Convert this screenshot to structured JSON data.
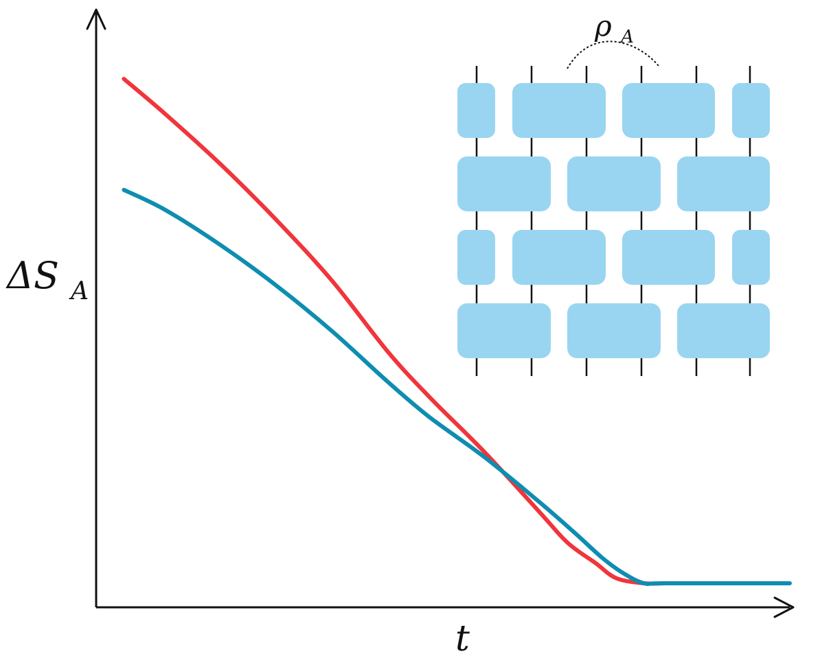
{
  "chart_data": {
    "type": "line",
    "title": "",
    "xlabel": "t",
    "ylabel": {
      "main": "ΔS",
      "sub": "A"
    },
    "xlim": [
      0,
      1
    ],
    "ylim": [
      0,
      1
    ],
    "axis_ticks": "none",
    "grid": false,
    "legend": "none",
    "series": [
      {
        "color": "#f0353b",
        "x": [
          0.04,
          0.1,
          0.18,
          0.26,
          0.34,
          0.42,
          0.48,
          0.56,
          0.64,
          0.68,
          0.72,
          0.75,
          0.79,
          0.82
        ],
        "y": [
          1.0,
          0.93,
          0.83,
          0.72,
          0.6,
          0.46,
          0.37,
          0.26,
          0.14,
          0.08,
          0.04,
          0.01,
          0.0,
          0.0
        ]
      },
      {
        "color": "#0f8db1",
        "x": [
          0.04,
          0.1,
          0.18,
          0.26,
          0.34,
          0.42,
          0.48,
          0.56,
          0.64,
          0.69,
          0.73,
          0.76,
          0.79,
          0.82,
          1.0
        ],
        "y": [
          0.78,
          0.74,
          0.67,
          0.59,
          0.5,
          0.4,
          0.33,
          0.25,
          0.16,
          0.1,
          0.05,
          0.02,
          0.0,
          0.0,
          0.0
        ]
      }
    ]
  },
  "inset": {
    "label": {
      "main": "ρ",
      "sub": "A"
    },
    "gate_color": "#99d5f1",
    "wire_color": "#111111",
    "layers": 4
  },
  "colors": {
    "axes": "#111111",
    "background": "#ffffff"
  }
}
